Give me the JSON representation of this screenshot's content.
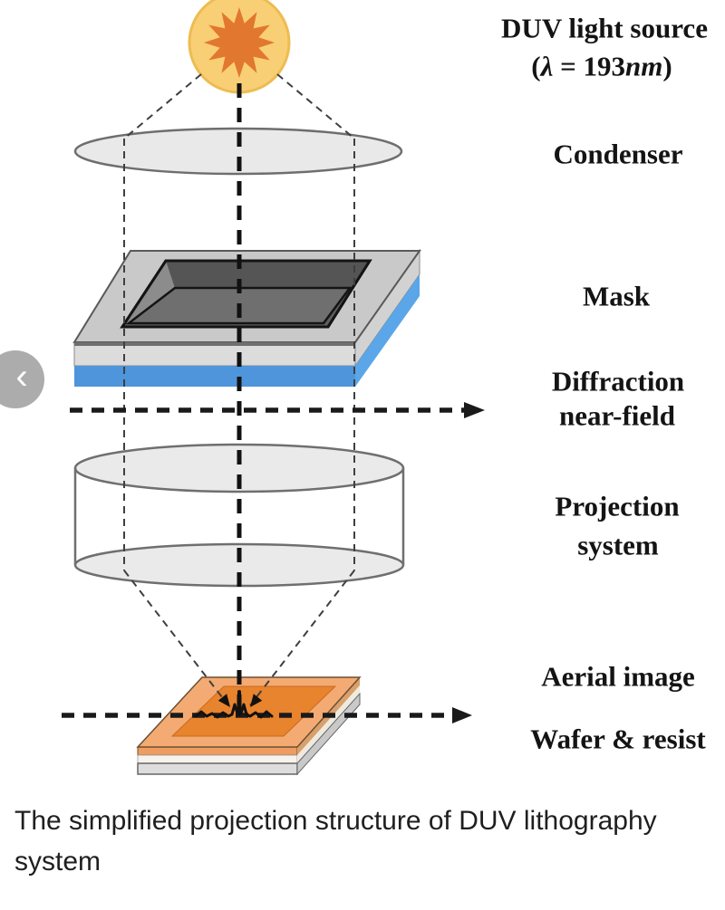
{
  "nav": {
    "back_glyph": "‹"
  },
  "diagram": {
    "labels": {
      "source_title": "DUV light source",
      "wavelength": {
        "open": "(",
        "lambda": "λ",
        "equals": " = 193",
        "unit": "nm",
        "close": ")"
      },
      "condenser": "Condenser",
      "mask": "Mask",
      "diffraction_l1": "Diffraction",
      "diffraction_l2": "near-field",
      "projection_l1": "Projection",
      "projection_l2": "system",
      "aerial": "Aerial image",
      "wafer": "Wafer & resist"
    },
    "colors": {
      "source_circle": "#F8CF74",
      "source_star": "#E2772F",
      "lens_fill": "#E9E9E9",
      "mask_top": "#C9C9C9",
      "mask_opening": "#5E5E5E",
      "mask_blue": "#4E95DB",
      "wafer_top": "#F4AB73",
      "wafer_inner": "#E8832E",
      "back_button": "#ACACAC"
    }
  },
  "caption": {
    "line1": "The simplified projection structure of DUV lithography",
    "line2": "system"
  }
}
